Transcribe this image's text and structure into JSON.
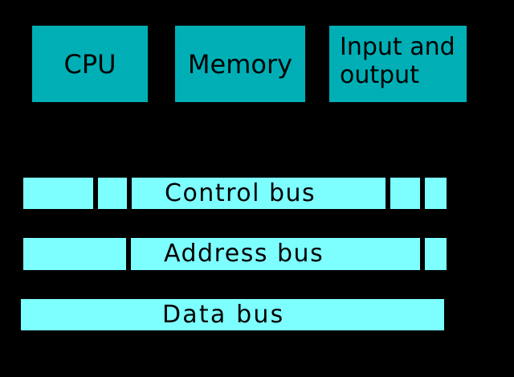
{
  "diagram": {
    "boxes": [
      {
        "id": "cpu",
        "label": "CPU"
      },
      {
        "id": "memory",
        "label": "Memory"
      },
      {
        "id": "io",
        "label": "Input and output"
      }
    ],
    "buses": [
      {
        "id": "control-bus",
        "label": "Control bus"
      },
      {
        "id": "address-bus",
        "label": "Address bus"
      },
      {
        "id": "data-bus",
        "label": "Data bus"
      }
    ],
    "colors": {
      "background": "#000000",
      "box_fill": "#00afb6",
      "bus_fill": "#7dffff",
      "text": "#000000"
    }
  }
}
